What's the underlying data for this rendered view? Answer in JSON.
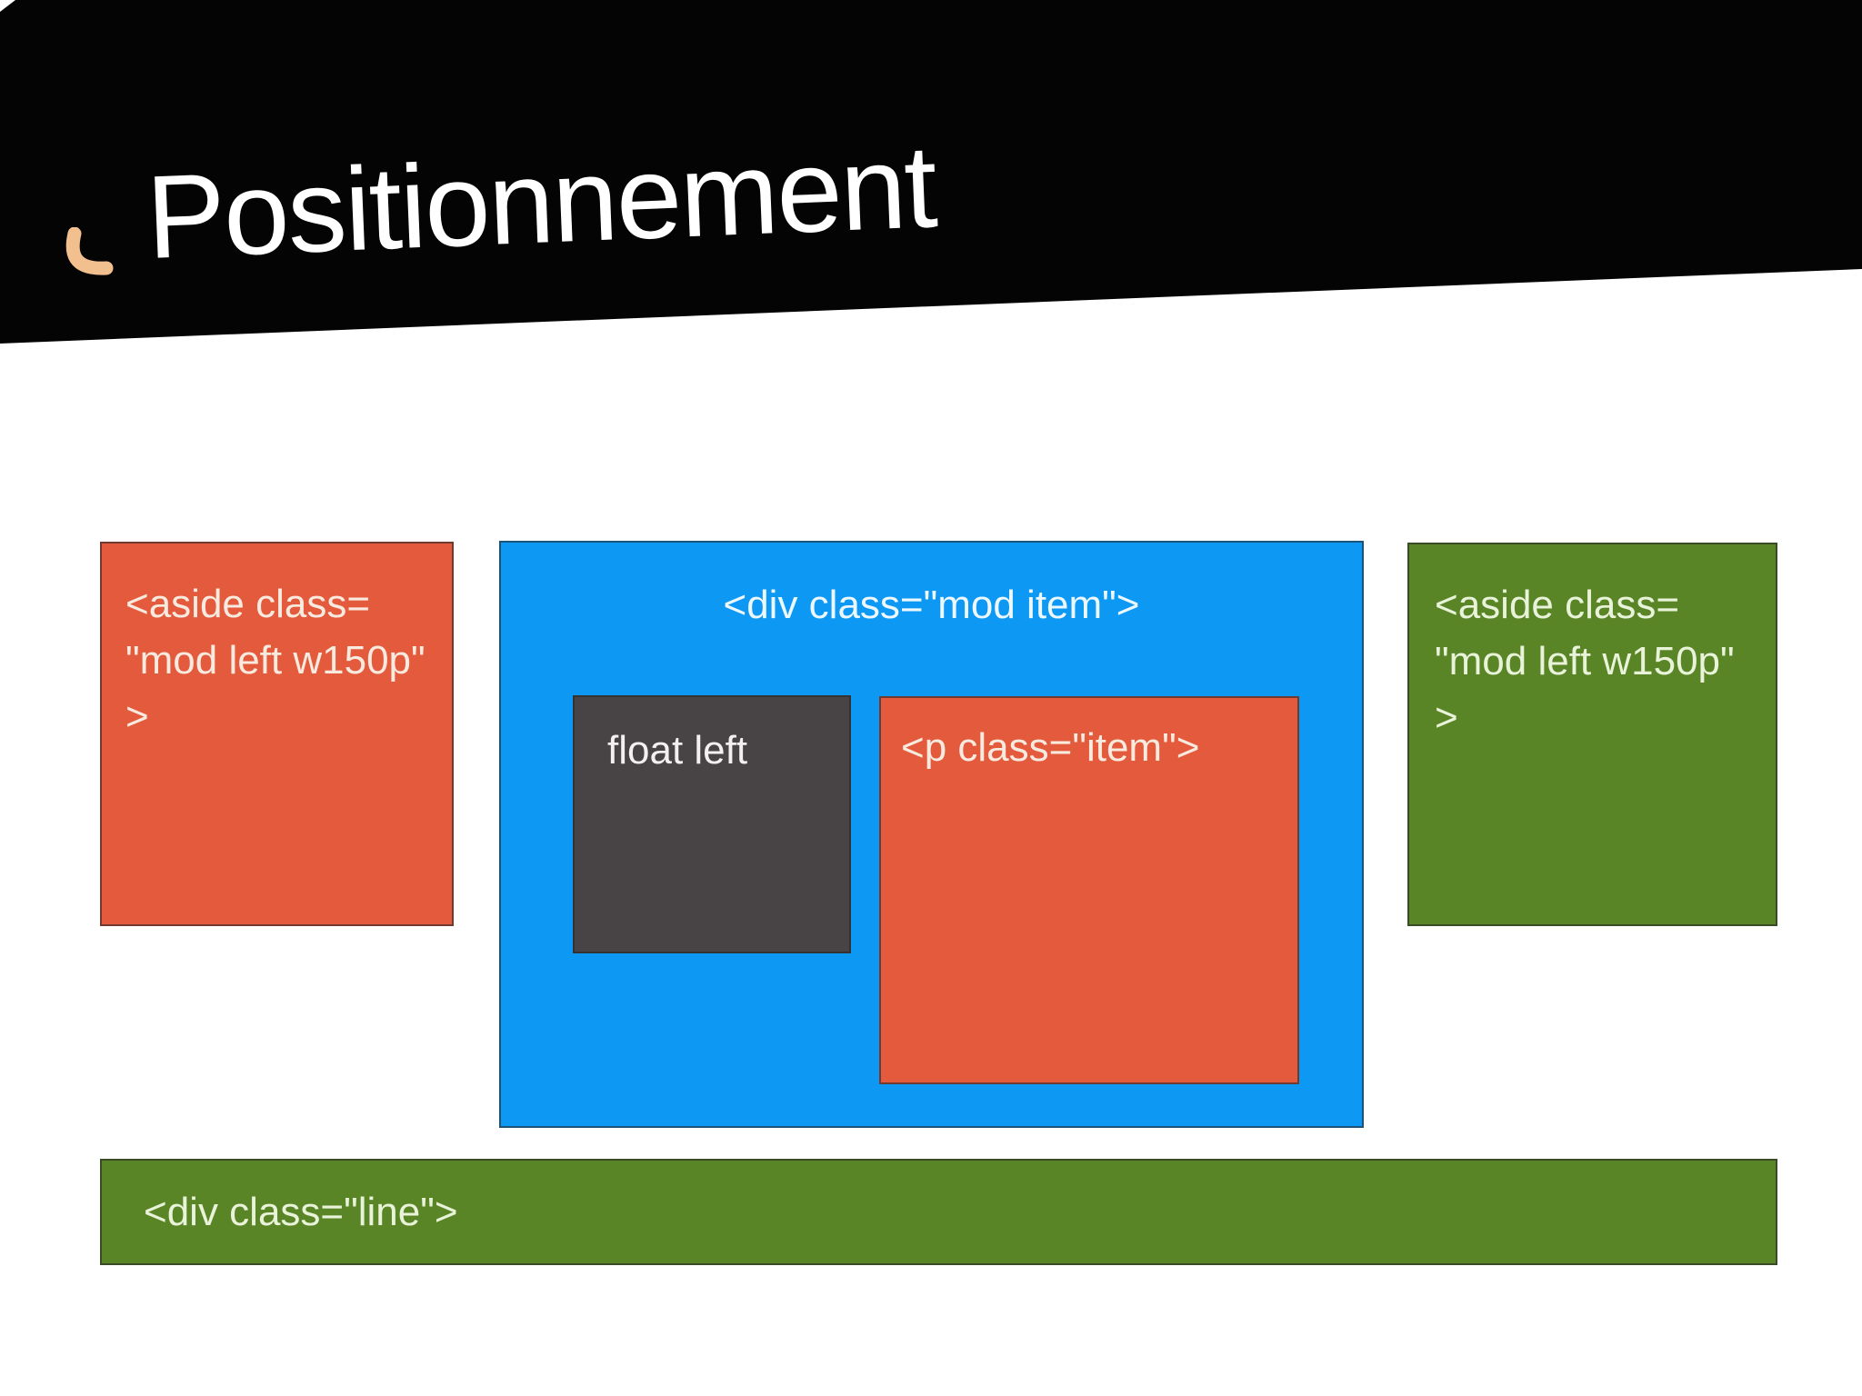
{
  "slide": {
    "title": "Positionnement",
    "background_color": "#ffffff",
    "banner_color": "#040404",
    "accent_swoosh_color": "#f2c08e"
  },
  "boxes": {
    "aside_left": {
      "lines": [
        "<aside class=",
        "\"mod left w150p\"",
        ">"
      ],
      "fill": "#e35a3d"
    },
    "mod_item": {
      "label": "<div class=\"mod item\">",
      "fill": "#0d98f4"
    },
    "float_left": {
      "label": "float left",
      "fill": "#484445"
    },
    "p_item": {
      "label": "<p class=\"item\">",
      "fill": "#e35a3d"
    },
    "aside_right": {
      "lines": [
        "<aside class=",
        "\"mod left w150p\"",
        ">"
      ],
      "fill": "#5a8526"
    },
    "line_bar": {
      "label": "<div class=\"line\">",
      "fill": "#5a8526"
    }
  }
}
